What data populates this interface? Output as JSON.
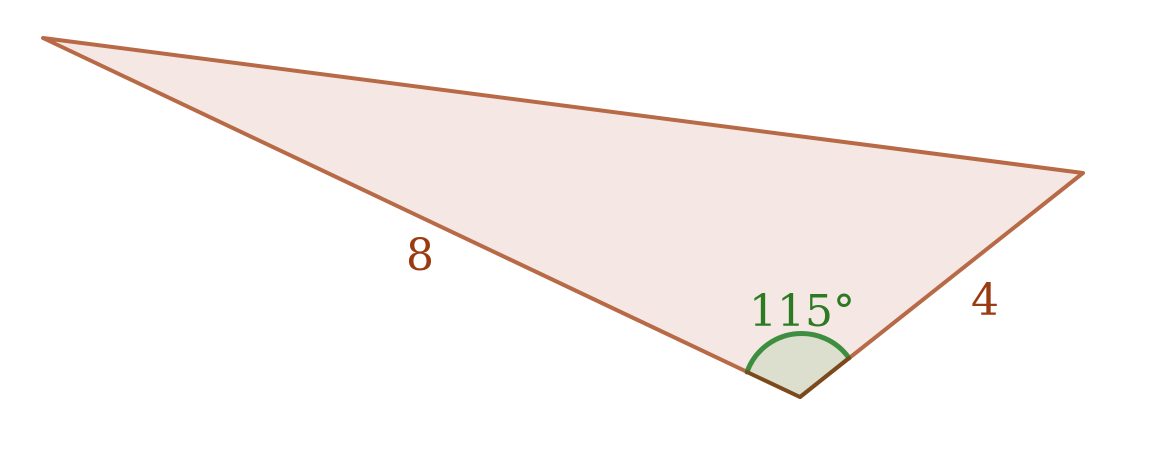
{
  "triangle": {
    "side_labels": {
      "left_side": "8",
      "right_side": "4"
    },
    "angle_label": "115°"
  },
  "colors": {
    "triangle_fill": "#f5e8e4",
    "triangle_stroke": "#b86a47",
    "side_label": "#9a3a10",
    "angle_arc": "#3e8e41",
    "angle_fill": "#dcdece",
    "angle_label": "#2c7a22",
    "angle_edge": "#7a4a1c"
  }
}
